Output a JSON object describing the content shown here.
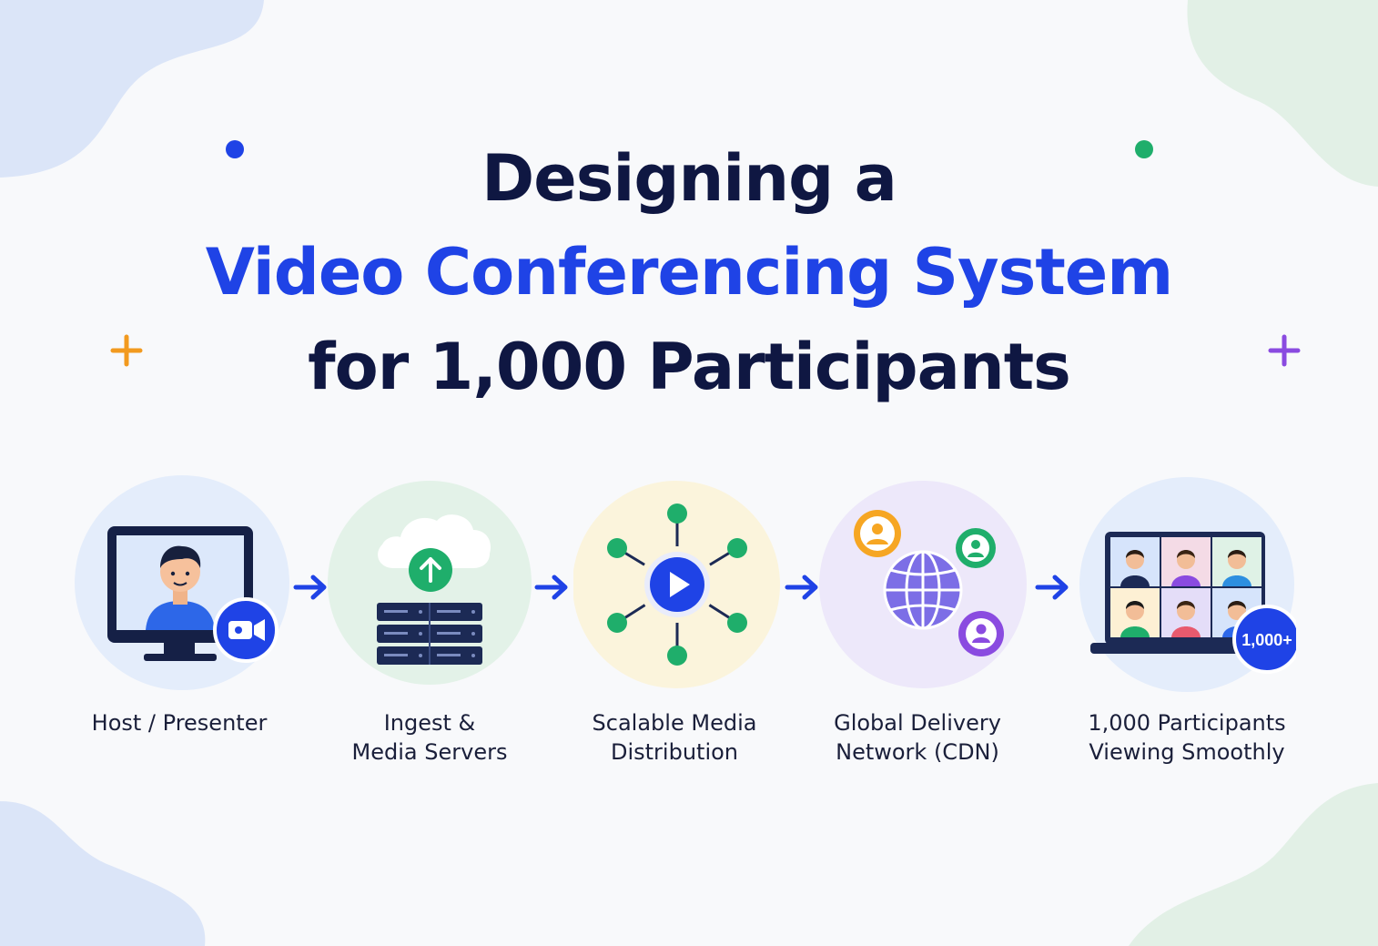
{
  "title": {
    "line1": "Designing a",
    "line2": "Video Conferencing System",
    "line3": "for 1,000 Participants"
  },
  "stages": [
    {
      "line1": "Host / Presenter",
      "line2": "",
      "icon": "monitor-presenter-icon",
      "bg": "#e4edfb"
    },
    {
      "line1": "Ingest &",
      "line2": "Media Servers",
      "icon": "cloud-upload-server-icon",
      "bg": "#e3f2e8"
    },
    {
      "line1": "Scalable Media",
      "line2": "Distribution",
      "icon": "play-network-icon",
      "bg": "#fbf4dc"
    },
    {
      "line1": "Global Delivery",
      "line2": "Network (CDN)",
      "icon": "globe-users-icon",
      "bg": "#ede8fa"
    },
    {
      "line1": "1,000 Participants",
      "line2": "Viewing Smoothly",
      "icon": "laptop-grid-icon",
      "bg": "#e4edfb"
    }
  ],
  "badge": "1,000+",
  "colors": {
    "navy": "#0f1742",
    "accent_blue": "#1f43e6",
    "green": "#1fae6b",
    "purple": "#8a4be0",
    "orange": "#f29a1f"
  }
}
